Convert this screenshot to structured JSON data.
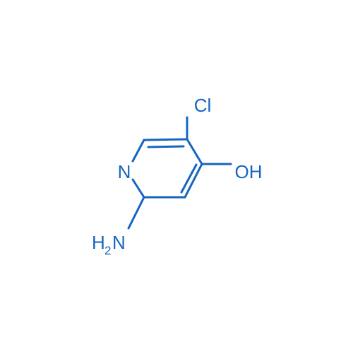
{
  "molecule": {
    "color": "#1565c0",
    "atoms": {
      "chlorine": "Cl",
      "nitrogen": "N",
      "hydroxyl": "OH",
      "amino_h": "H",
      "amino_h_count": "2",
      "amino_n": "N"
    }
  }
}
